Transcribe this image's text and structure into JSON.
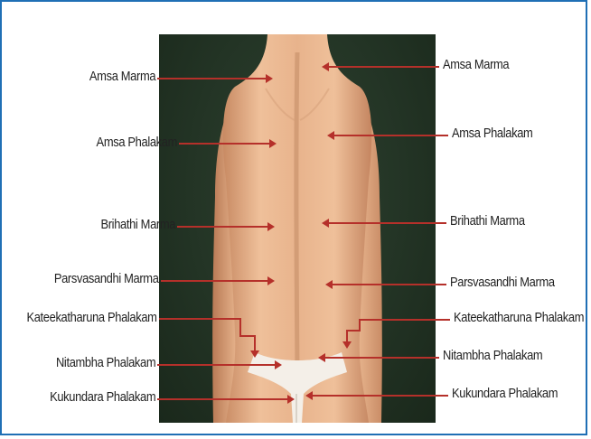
{
  "labels_left": [
    "Amsa Marma",
    "Amsa Phalakam",
    "Brihathi Marma",
    "Parsvasandhi Marma",
    "Kateekatharuna Phalakam",
    "Nitambha Phalakam",
    "Kukundara Phalakam"
  ],
  "labels_right": [
    "Amsa Marma",
    "Amsa Phalakam",
    "Brihathi Marma",
    "Parsvasandhi Marma",
    "Kateekatharuna Phalakam",
    "Nitambha Phalakam",
    "Kukundara Phalakam"
  ],
  "colors": {
    "frame_border": "#1f6fb5",
    "pointer_line": "#b5302a",
    "background": "#233425",
    "skin": "#e9b48c"
  }
}
